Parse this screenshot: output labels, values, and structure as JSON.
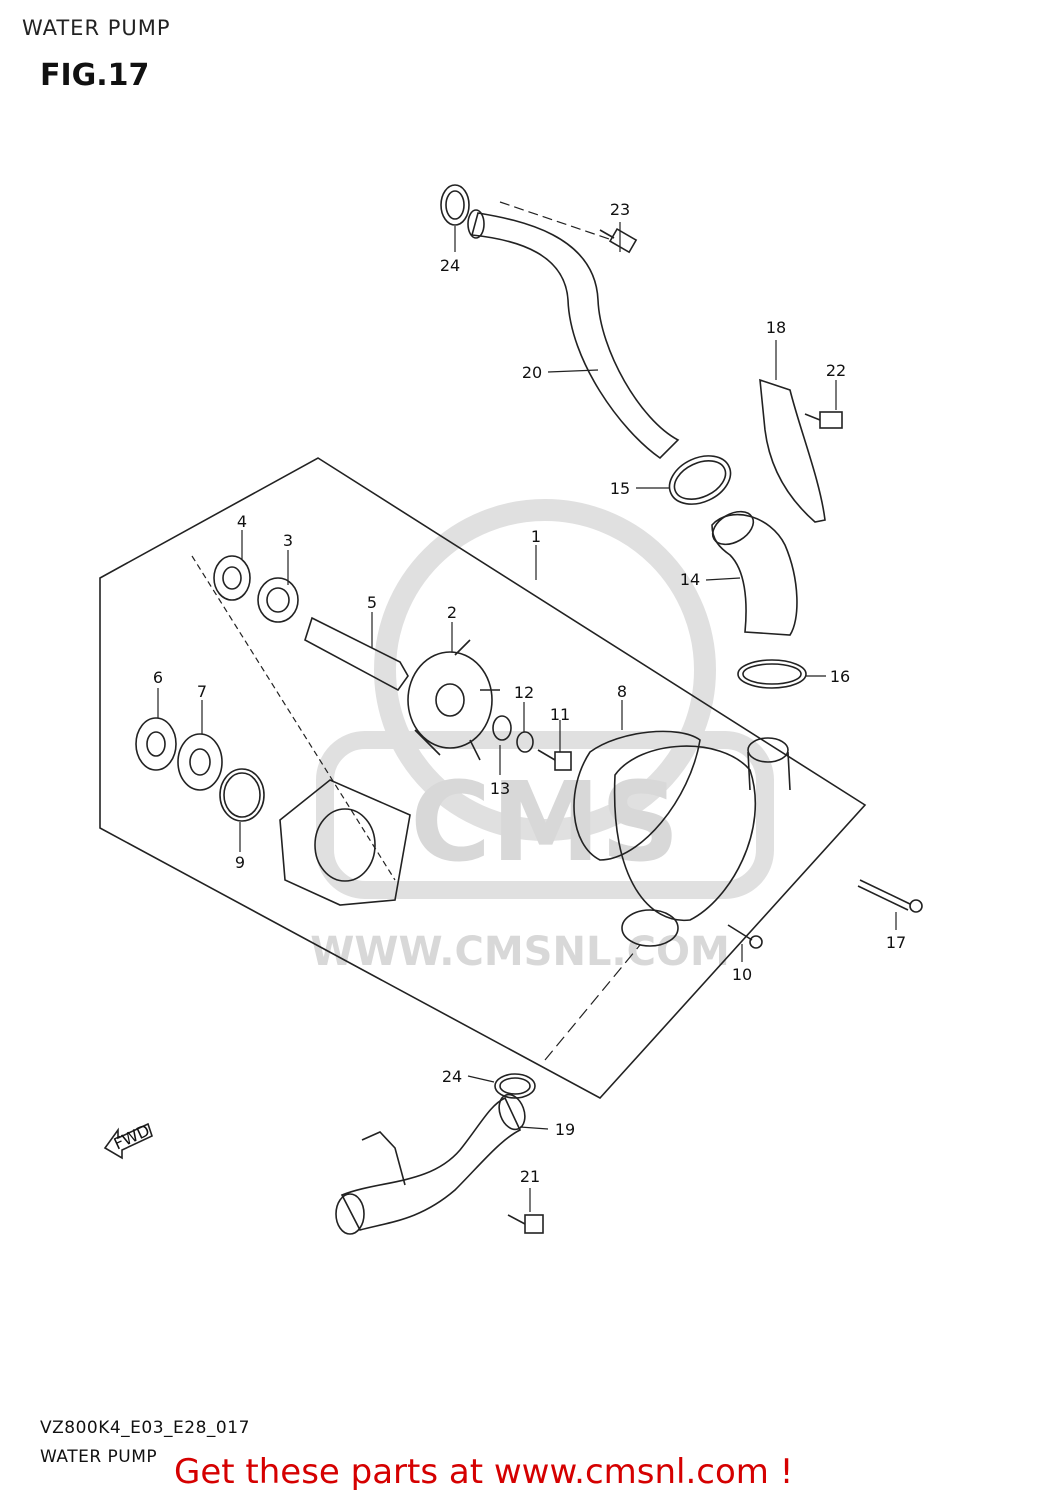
{
  "header": {
    "section_title": "WATER PUMP",
    "figure_label": "FIG.17"
  },
  "footer": {
    "model_code": "VZ800K4_E03_E28_017",
    "section_title": "WATER PUMP",
    "promo_text": "Get these parts at www.cmsnl.com !"
  },
  "watermark": {
    "brand": "CMS",
    "url": "WWW.CMSNL.COM"
  },
  "direction_arrow": {
    "text": "FWD"
  },
  "callouts": {
    "c1": "1",
    "c2": "2",
    "c3": "3",
    "c4": "4",
    "c5": "5",
    "c6": "6",
    "c7": "7",
    "c8": "8",
    "c9": "9",
    "c10": "10",
    "c11": "11",
    "c12": "12",
    "c13": "13",
    "c14": "14",
    "c15": "15",
    "c16": "16",
    "c17": "17",
    "c18": "18",
    "c19": "19",
    "c20": "20",
    "c21": "21",
    "c22": "22",
    "c23": "23",
    "c24a": "24",
    "c24b": "24"
  },
  "colors": {
    "line": "#222222",
    "watermark": "#d8d8d8",
    "promo": "#d50000"
  }
}
